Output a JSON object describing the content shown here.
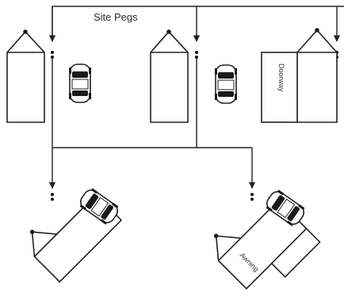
{
  "diagram": {
    "title": "Site Pegs",
    "side_labels": {
      "right_house": "Doorway",
      "bottom_right_house": "Awning"
    },
    "colors": {
      "line": "#222222",
      "peg": "#111111",
      "car_body": "#ffffff",
      "car_dark": "#1a1a1a",
      "background": "#ffffff"
    },
    "icons": [
      "house-outline",
      "car-top-view",
      "site-peg",
      "arrow"
    ]
  }
}
